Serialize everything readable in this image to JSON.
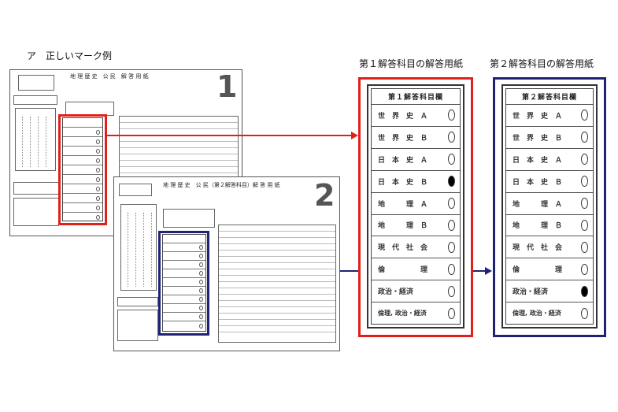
{
  "headings": {
    "example": "ア　正しいマーク例",
    "first_sheet": "第１解答科目の解答用紙",
    "second_sheet": "第２解答科目の解答用紙"
  },
  "thumbnails": {
    "sheet1_number": "1",
    "sheet2_number": "2",
    "sheet1_title": "地 理 歴 史　公 民　解 答 用 紙",
    "sheet2_title": "地 理 歴 史　公 民（第２解答科目）解 答 用 紙"
  },
  "first_panel": {
    "header": "第１解答科目欄",
    "rows": [
      {
        "label": "世　界　史　Ａ",
        "marked": false
      },
      {
        "label": "世　界　史　Ｂ",
        "marked": false
      },
      {
        "label": "日　本　史　Ａ",
        "marked": false
      },
      {
        "label": "日　本　史　Ｂ",
        "marked": true
      },
      {
        "label": "地　　　理　Ａ",
        "marked": false
      },
      {
        "label": "地　　　理　Ｂ",
        "marked": false
      },
      {
        "label": "現　代　社　会",
        "marked": false
      },
      {
        "label": "倫　　　　　理",
        "marked": false
      },
      {
        "label": "政治・経済",
        "marked": false
      },
      {
        "label": "倫理, 政治・経済",
        "marked": false
      }
    ]
  },
  "second_panel": {
    "header": "第２解答科目欄",
    "rows": [
      {
        "label": "世　界　史　Ａ",
        "marked": false
      },
      {
        "label": "世　界　史　Ｂ",
        "marked": false
      },
      {
        "label": "日　本　史　Ａ",
        "marked": false
      },
      {
        "label": "日　本　史　Ｂ",
        "marked": false
      },
      {
        "label": "地　　　理　Ａ",
        "marked": false
      },
      {
        "label": "地　　　理　Ｂ",
        "marked": false
      },
      {
        "label": "現　代　社　会",
        "marked": false
      },
      {
        "label": "倫　　　　　理",
        "marked": false
      },
      {
        "label": "政治・経済",
        "marked": true
      },
      {
        "label": "倫理, 政治・経済",
        "marked": false
      }
    ]
  },
  "colors": {
    "first_highlight": "#e0211b",
    "second_highlight": "#1f2374"
  }
}
